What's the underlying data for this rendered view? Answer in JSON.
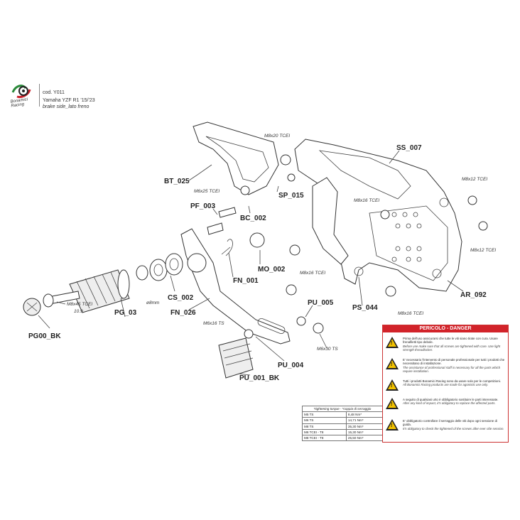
{
  "header": {
    "code": "cod. Y011",
    "model": "Yamaha YZF R1 '15/'23",
    "side": "brake side_lato freno",
    "brand": [
      "Bonamici",
      "Racing"
    ]
  },
  "colors": {
    "accent_red": "#d2232a",
    "warning_yellow": "#f2c200",
    "line": "#333333"
  },
  "parts": {
    "bt_025": "BT_025",
    "ss_007": "SS_007",
    "sp_015": "SP_015",
    "pf_003": "PF_003",
    "bc_002": "BC_002",
    "mo_002": "MO_002",
    "fn_001": "FN_001",
    "cs_002": "CS_002",
    "fn_026": "FN_026",
    "pg_03": "PG_03",
    "pg00_bk": "PG00_BK",
    "ps_044": "PS_044",
    "pu_005": "PU_005",
    "ar_092": "AR_092",
    "pu_004": "PU_004",
    "pu_001_bk": "PU_001_BK"
  },
  "specs": {
    "m8x20": "M8x20 TCEI",
    "m6x25": "M6x25 TCEI",
    "m8x12_a": "M8x12 TCEI",
    "m8x12_b": "M8x12 TCEI",
    "m8x16_a": "M8x16 TCEI",
    "m8x16_b": "M8x16 TCEI",
    "m8x16_c": "M8x16 TCEI",
    "phi8": "ø8mm",
    "m8x45_l1": "M8x45 TCEI",
    "m8x45_l2": "10.9",
    "m6x16": "M6x16 TS",
    "m6x30": "M6x30 TS"
  },
  "torque_table": {
    "headers": [
      "*tightening torque - *coppia di serraggio"
    ],
    "rows": [
      [
        "M5 TS",
        "8,48 Nm*"
      ],
      [
        "M6 TS",
        "14,71 Nm*"
      ],
      [
        "M8 TS",
        "35,30 Nm*"
      ],
      [
        "M6 TCEI - T8",
        "15,30 Nm*"
      ],
      [
        "M8 TCEI - T8",
        "25,50 Nm*"
      ]
    ]
  },
  "danger": {
    "title": "PERICOLO - DANGER",
    "items": [
      {
        "it": "Prima dell'uso assicurarsi che tutte le viti siano tirate con cura. Usare frenafiletti tipo debole.",
        "en": "Before use make sure that all screws are tightened with care. Use light strength threadlocker."
      },
      {
        "it": "E' necessario l'intervento di personale professionale per tutti i prodotti che necessitano di installazione.",
        "en": "The assistance of professional staff is necessary for all the parts which require installation."
      },
      {
        "it": "Tutti i prodotti Bonamici Racing sono da usare solo per le competizioni.",
        "en": "All Bonamici Racing products are made for agonistic use only."
      },
      {
        "it": "A seguito di qualsiasi urto è obbligatorio sostituire le parti interessate.",
        "en": "After any kind of impact, it's obligatory to replace the affected parts."
      },
      {
        "it": "E' obbligatorio controllare il serraggio delle viti dopo ogni sessione di guida.",
        "en": "It's obligatory to check the tightened of the screws after ever ride session."
      }
    ]
  }
}
